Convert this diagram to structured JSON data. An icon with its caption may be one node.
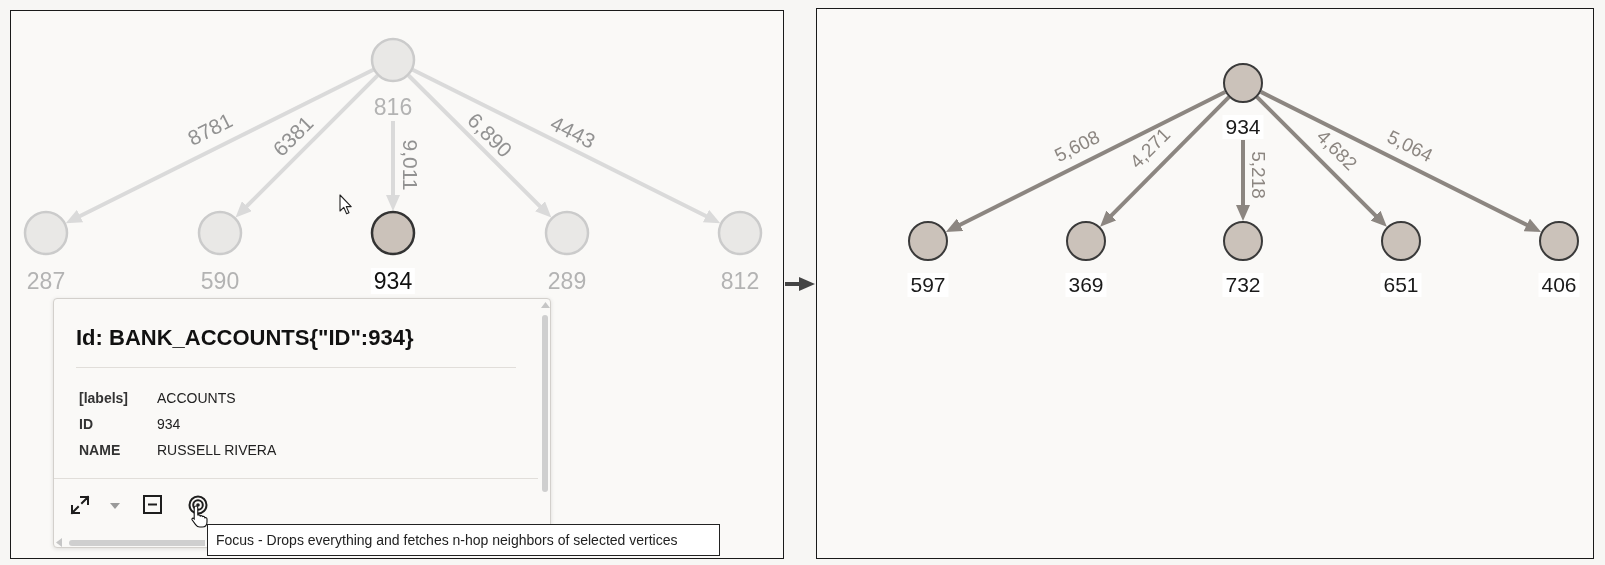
{
  "diagram": {
    "nodes": [
      {
        "text": [],
        "shape": "box"
      },
      {
        "text": [
          "816"
        ],
        "in": 0
      },
      {
        "text": [
          "287"
        ],
        "in": 0
      },
      {
        "text": [
          "590"
        ],
        "in": 0
      },
      {
        "text": [
          "934"
        ],
        "in": 0
      },
      {
        "text": [
          "289"
        ],
        "in": 0
      },
      {
        "text": [
          "812"
        ],
        "in": 0
      },
      {
        "text": [
          "Id: BANK_ACCOUNTS{\"ID\":934}",
          "[labels]",
          "ACCOUNTS",
          "ID",
          "934",
          "NAME",
          "RUSSELL RIVERA"
        ],
        "in": 0
      },
      {
        "text": [
          "Focus - Drops everything and fetches n-hop neighbors of selected vertices"
        ],
        "in": 0
      },
      {
        "text": [],
        "shape": "box"
      },
      {
        "text": [
          "934"
        ],
        "in": 9
      },
      {
        "text": [
          "597"
        ],
        "in": 9
      },
      {
        "text": [
          "369"
        ],
        "in": 9
      },
      {
        "text": [
          "732"
        ],
        "in": 9
      },
      {
        "text": [
          "651"
        ],
        "in": 9
      },
      {
        "text": [
          "406"
        ],
        "in": 9
      }
    ],
    "edges": [
      {
        "from": 1,
        "to": 2,
        "arrow": "to",
        "label": "8781",
        "color": "#dadada"
      },
      {
        "from": 1,
        "to": 3,
        "arrow": "to",
        "label": "6381",
        "color": "#dadada"
      },
      {
        "from": 1,
        "to": 4,
        "arrow": "to",
        "label": "9,011",
        "color": "#dadada"
      },
      {
        "from": 1,
        "to": 5,
        "arrow": "to",
        "label": "6,890",
        "color": "#dadada"
      },
      {
        "from": 1,
        "to": 6,
        "arrow": "to",
        "label": "4443",
        "color": "#dadada"
      },
      {
        "from": 10,
        "to": 11,
        "arrow": "to",
        "label": "5,608"
      },
      {
        "from": 10,
        "to": 12,
        "arrow": "to",
        "label": "4,271"
      },
      {
        "from": 10,
        "to": 13,
        "arrow": "to",
        "label": "5,218"
      },
      {
        "from": 10,
        "to": 14,
        "arrow": "to",
        "label": "4,682"
      },
      {
        "from": 10,
        "to": 15,
        "arrow": "to",
        "label": "5,064"
      },
      {
        "from": 0,
        "to": 9,
        "arrow": "to",
        "color": "#444444"
      }
    ]
  }
}
